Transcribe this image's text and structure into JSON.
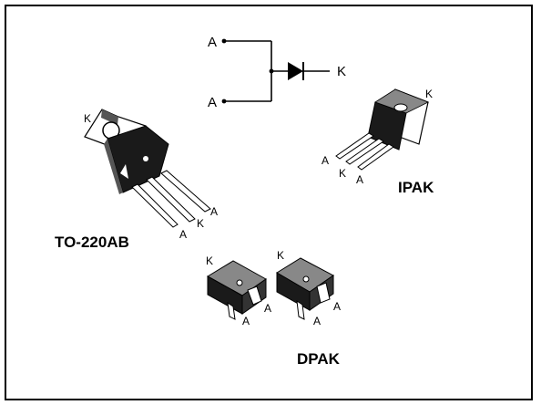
{
  "schematic": {
    "anode_top": "A",
    "anode_bottom": "A",
    "cathode": "K"
  },
  "to220": {
    "name": "TO-220AB",
    "tab": "K",
    "pin_left": "A",
    "pin_mid": "K",
    "pin_right": "A"
  },
  "ipak": {
    "name": "IPAK",
    "tab": "K",
    "pin_left": "A",
    "pin_mid": "K",
    "pin_right": "A"
  },
  "dpak": {
    "name": "DPAK",
    "left": {
      "tab": "K",
      "pin_a1": "A",
      "pin_a2": "A"
    },
    "right": {
      "tab": "K",
      "pin_a1": "A",
      "pin_a2": "A"
    }
  },
  "colors": {
    "ink": "#000000",
    "body": "#1a1a1a",
    "metal": "#ffffff",
    "shade": "#7a7a7a"
  }
}
